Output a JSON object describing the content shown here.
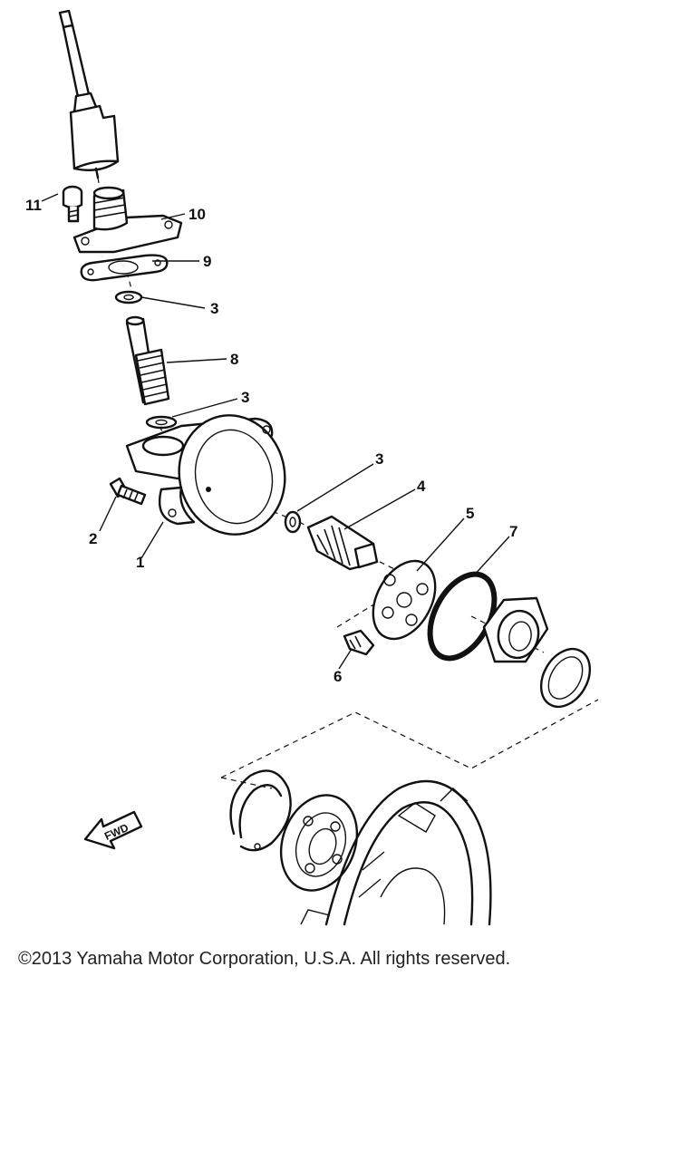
{
  "diagram": {
    "part_numbers": {
      "p1": "1",
      "p2": "2",
      "p3a": "3",
      "p3b": "3",
      "p3c": "3",
      "p4": "4",
      "p5": "5",
      "p6": "6",
      "p7": "7",
      "p8": "8",
      "p9": "9",
      "p10": "10",
      "p11": "11"
    },
    "fwd_label": "FWD"
  },
  "footer": {
    "copyright": "©2013 Yamaha Motor Corporation, U.S.A. All rights reserved."
  }
}
